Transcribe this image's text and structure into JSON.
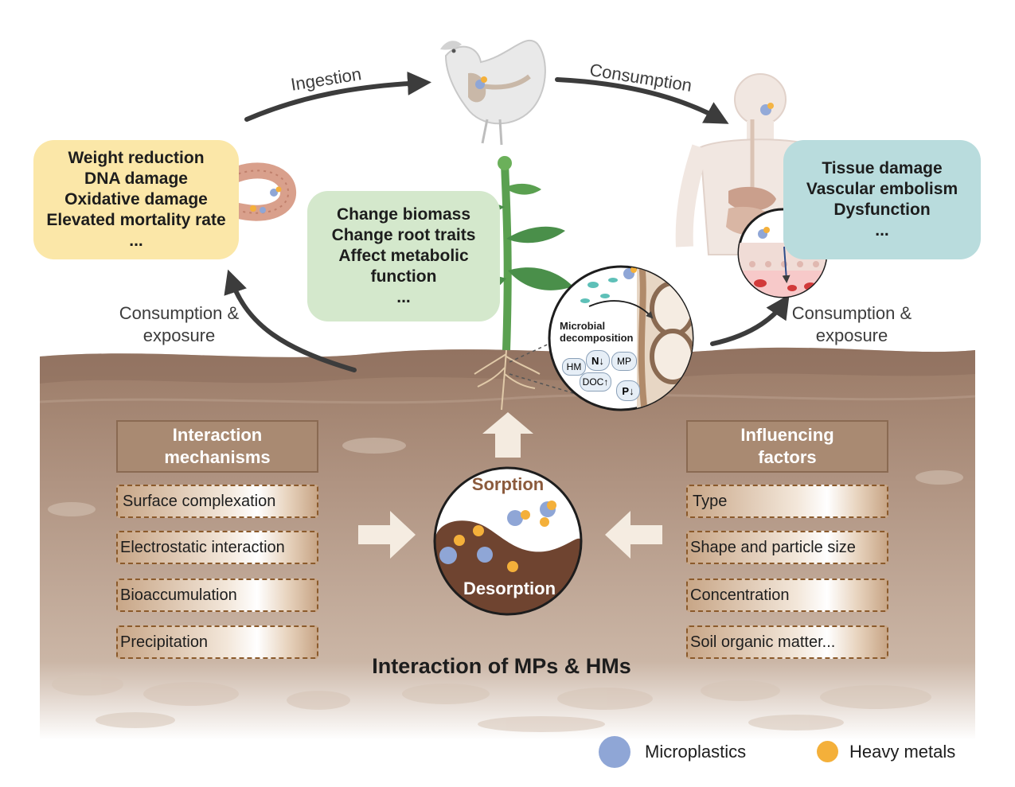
{
  "flows": {
    "ingestion": "Ingestion",
    "consumption": "Consumption",
    "left_exposure": [
      "Consumption &",
      "exposure"
    ],
    "right_exposure": [
      "Consumption &",
      "exposure"
    ]
  },
  "worm_effects": [
    "Weight reduction",
    "DNA damage",
    "Oxidative damage",
    "Elevated mortality rate",
    "..."
  ],
  "plant_effects": [
    "Change biomass",
    "Change root traits",
    "Affect metabolic",
    "function",
    "..."
  ],
  "human_effects": [
    "Tissue damage",
    "Vascular embolism",
    "Dysfunction",
    "..."
  ],
  "microbial": {
    "title": [
      "Microbial",
      "decomposition"
    ],
    "badges": [
      "HM",
      "N↓",
      "MP",
      "DOC↑",
      "P↓"
    ]
  },
  "mechanisms": {
    "header": [
      "Interaction",
      "mechanisms"
    ],
    "items": [
      "Surface complexation",
      "Electrostatic interaction",
      "Bioaccumulation",
      "Precipitation"
    ]
  },
  "factors": {
    "header": [
      "Influencing",
      "factors"
    ],
    "items": [
      "Type",
      "Shape and particle size",
      "Concentration",
      "Soil organic matter..."
    ]
  },
  "yin_yang": {
    "top": "Sorption",
    "bottom": "Desorption"
  },
  "main_title": "Interaction of MPs & HMs",
  "legend": [
    {
      "label": "Microplastics",
      "color": "#8fa6d6"
    },
    {
      "label": "Heavy metals",
      "color": "#f4b03a"
    }
  ],
  "colors": {
    "soil_top": "#9a7a66",
    "soil_deep": "#c8b2a0",
    "worm_box": "#fbe7a8",
    "plant_box": "#d4e8cc",
    "human_box": "#b9dcdd",
    "panel_header": "#a98a72",
    "desorption": "#6f4430"
  }
}
